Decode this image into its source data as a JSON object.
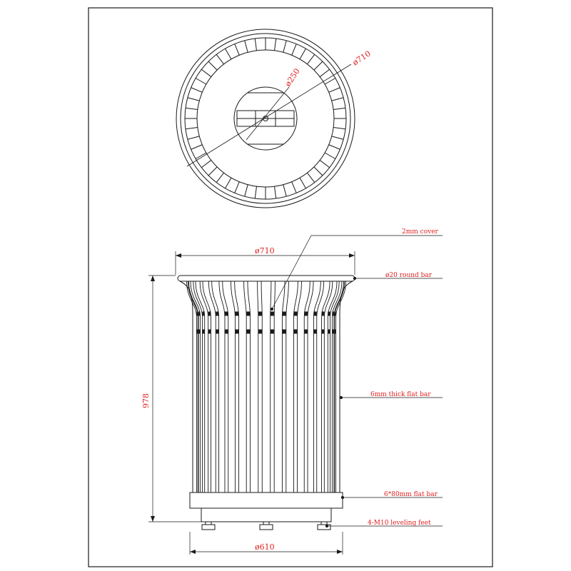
{
  "colors": {
    "line": "#1a1a1a",
    "dimension_text": "#e02020",
    "background": "#ffffff"
  },
  "top_view": {
    "outer_diameter_label": "ø710",
    "cover_diameter_label": "ø250",
    "bar_count": 48
  },
  "front_view": {
    "top_width_label": "ø710",
    "height_label": "978",
    "base_width_label": "ø610",
    "bar_count": 18
  },
  "annotations": [
    "2mm cover",
    "ø20 round bar",
    "6mm thick flat bar",
    "6*80mm flat bar",
    "4-M10 leveling feet"
  ]
}
